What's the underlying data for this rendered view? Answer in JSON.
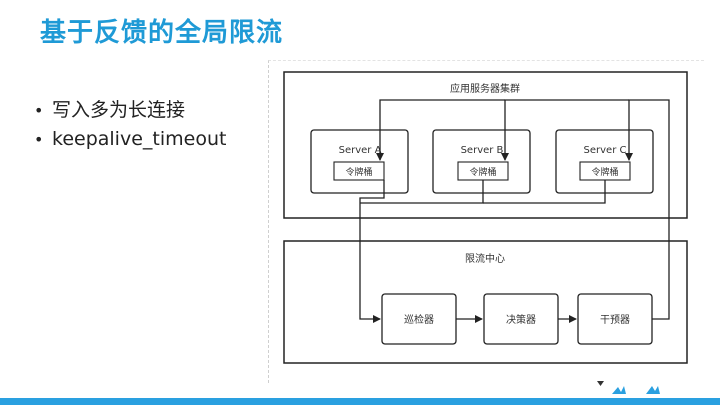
{
  "slide": {
    "title": "基于反馈的全局限流",
    "bullets": [
      "写入多为长连接",
      "keepalive_timeout"
    ]
  },
  "diagram": {
    "cluster_label": "应用服务器集群",
    "center_label": "限流中心",
    "servers": [
      {
        "name": "Server A",
        "bucket": "令牌桶"
      },
      {
        "name": "Server B",
        "bucket": "令牌桶"
      },
      {
        "name": "Server C",
        "bucket": "令牌桶"
      }
    ],
    "stages": [
      "巡检器",
      "决策器",
      "干预器"
    ]
  },
  "colors": {
    "title": "#1f9ad6",
    "accent_bar": "#2aa0e0",
    "line": "#222222"
  }
}
